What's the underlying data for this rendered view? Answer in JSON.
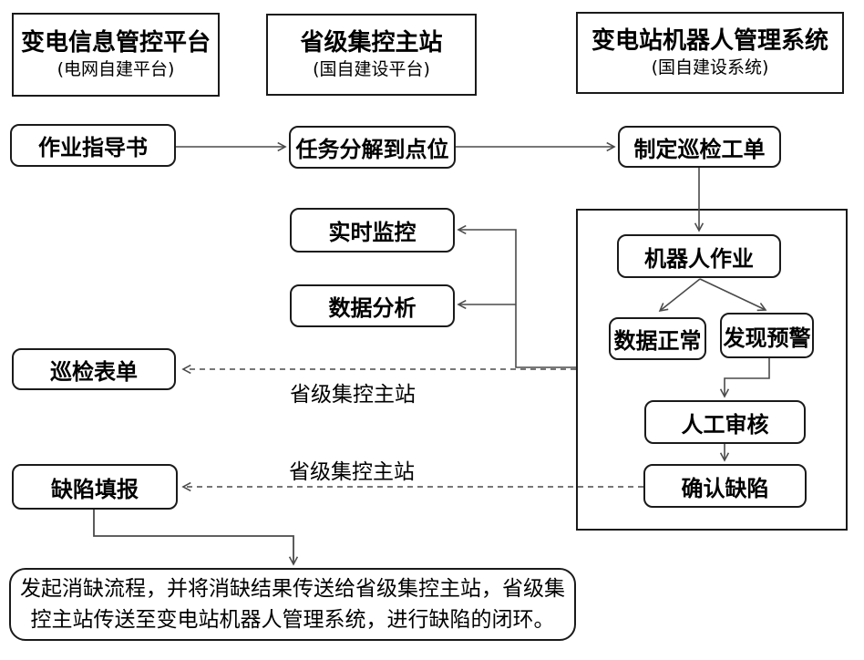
{
  "headers": [
    {
      "title": "变电信息管控平台",
      "subtitle": "(电网自建平台)"
    },
    {
      "title": "省级集控主站",
      "subtitle": "(国自建设平台)"
    },
    {
      "title": "变电站机器人管理系统",
      "subtitle": "(国自建设系统)"
    }
  ],
  "nodes": {
    "work_guide": "作业指导书",
    "task_decompose": "任务分解到点位",
    "create_workorder": "制定巡检工单",
    "robot_operation": "机器人作业",
    "data_normal": "数据正常",
    "alert_found": "发现预警",
    "manual_review": "人工审核",
    "confirm_defect": "确认缺陷",
    "realtime_monitor": "实时监控",
    "data_analysis": "数据分析",
    "inspection_form": "巡检表单",
    "defect_report": "缺陷填报"
  },
  "edge_labels": {
    "provincial_station_1": "省级集控主站",
    "provincial_station_2": "省级集控主站"
  },
  "footer_note": "发起消缺流程，并将消缺结果传送给省级集控主站，省级集控主站传送至变电站机器人管理系统，进行缺陷的闭环。",
  "colors": {
    "line": "#4a4a4a",
    "border": "#1a1a1a",
    "text": "#000000",
    "background": "#ffffff"
  }
}
